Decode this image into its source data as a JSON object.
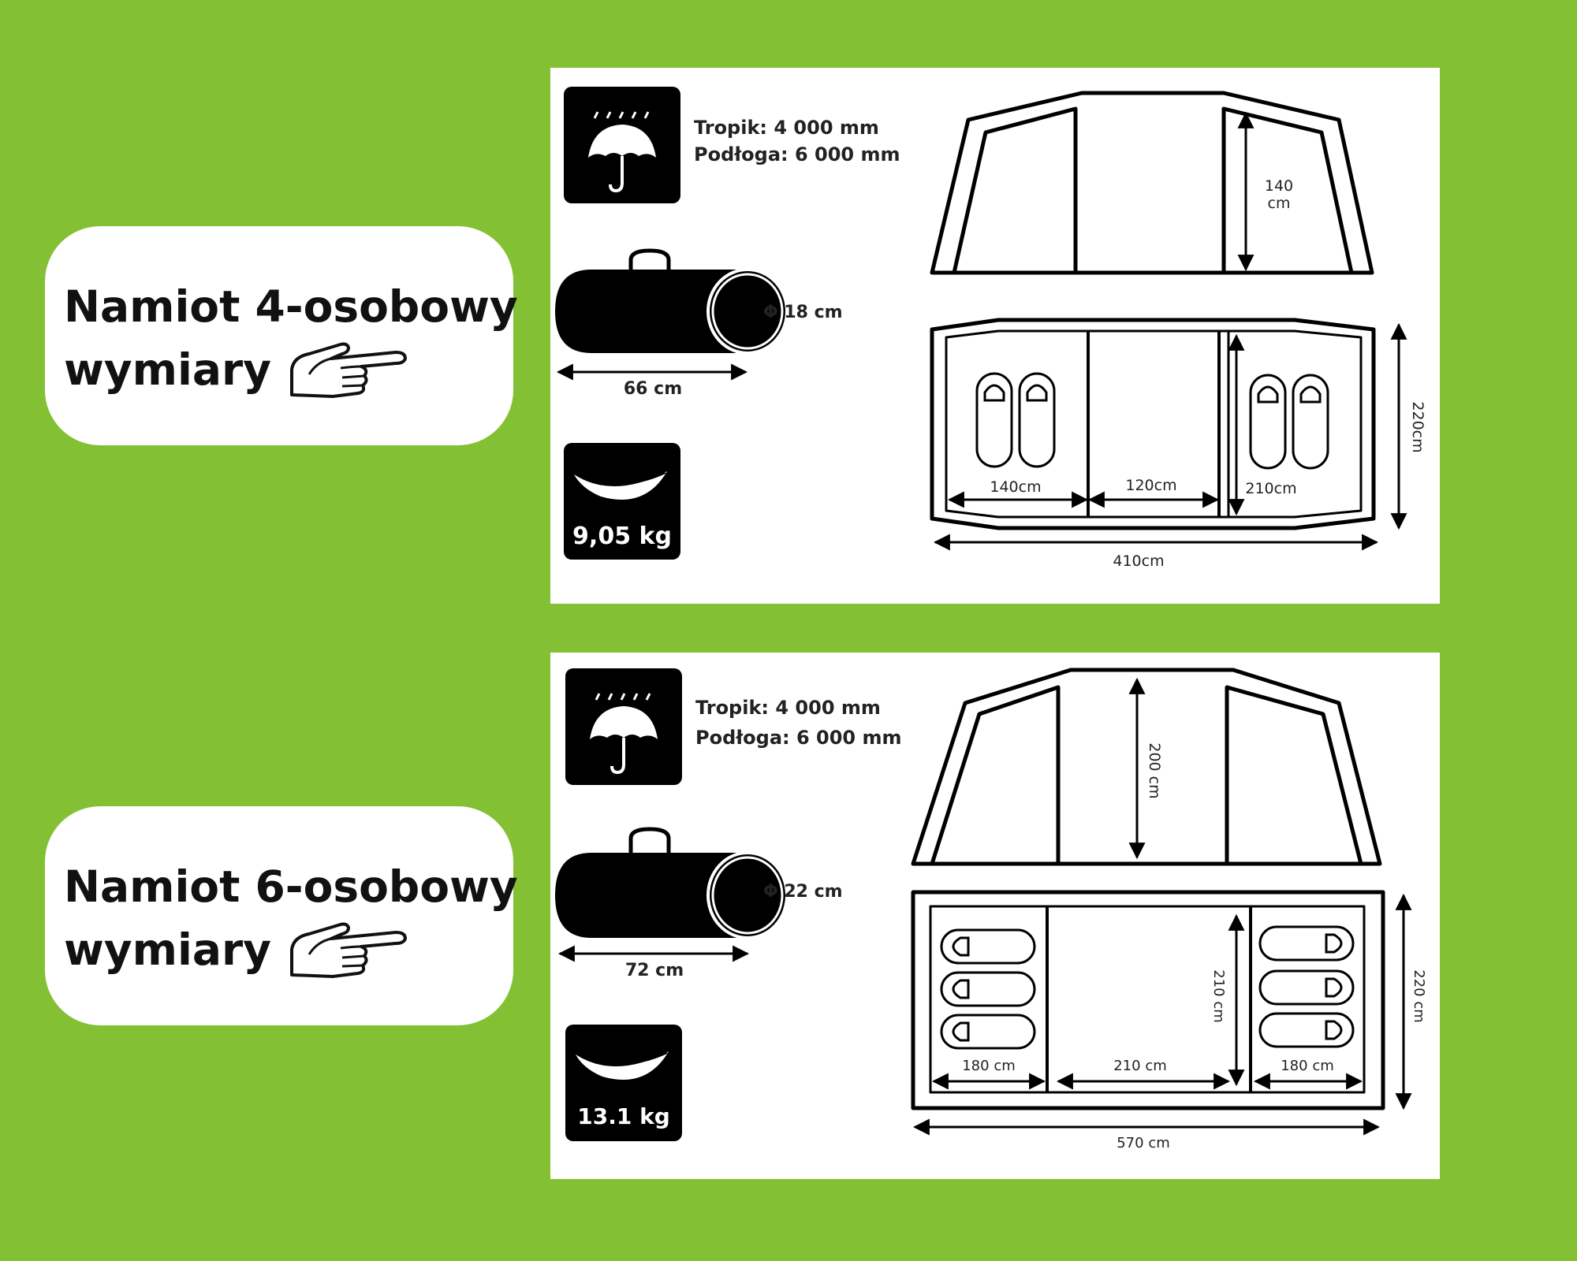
{
  "tents": [
    {
      "title_line1": "Namiot 4-osobowy",
      "title_line2": "wymiary",
      "tropik": "Tropik: 4 000 mm",
      "podloga": "Podłoga: 6 000 mm",
      "diameter": "Φ 18 cm",
      "bag_length": "66 cm",
      "weight": "9,05 kg",
      "height": "140",
      "height_unit": "cm",
      "room_left": "140cm",
      "room_center": "120cm",
      "room_right": "210cm",
      "depth": "220cm",
      "total_length": "410cm"
    },
    {
      "title_line1": "Namiot 6-osobowy",
      "title_line2": "wymiary",
      "tropik": "Tropik: 4 000 mm",
      "podloga": "Podłoga: 6 000 mm",
      "diameter": "Φ 22 cm",
      "bag_length": "72 cm",
      "weight": "13.1 kg",
      "height": "200 cm",
      "room_left": "180 cm",
      "room_center": "210 cm",
      "room_right": "180 cm",
      "room_depth": "210 cm",
      "depth": "220 cm",
      "total_length": "570 cm"
    }
  ],
  "icons": [
    "umbrella-rain-icon",
    "tent-bag-icon",
    "feather-weight-icon",
    "pointing-hand-icon",
    "sleeping-bag-icon"
  ],
  "colors": {
    "background": "#83c034",
    "panel": "#ffffff",
    "ink": "#000000"
  }
}
